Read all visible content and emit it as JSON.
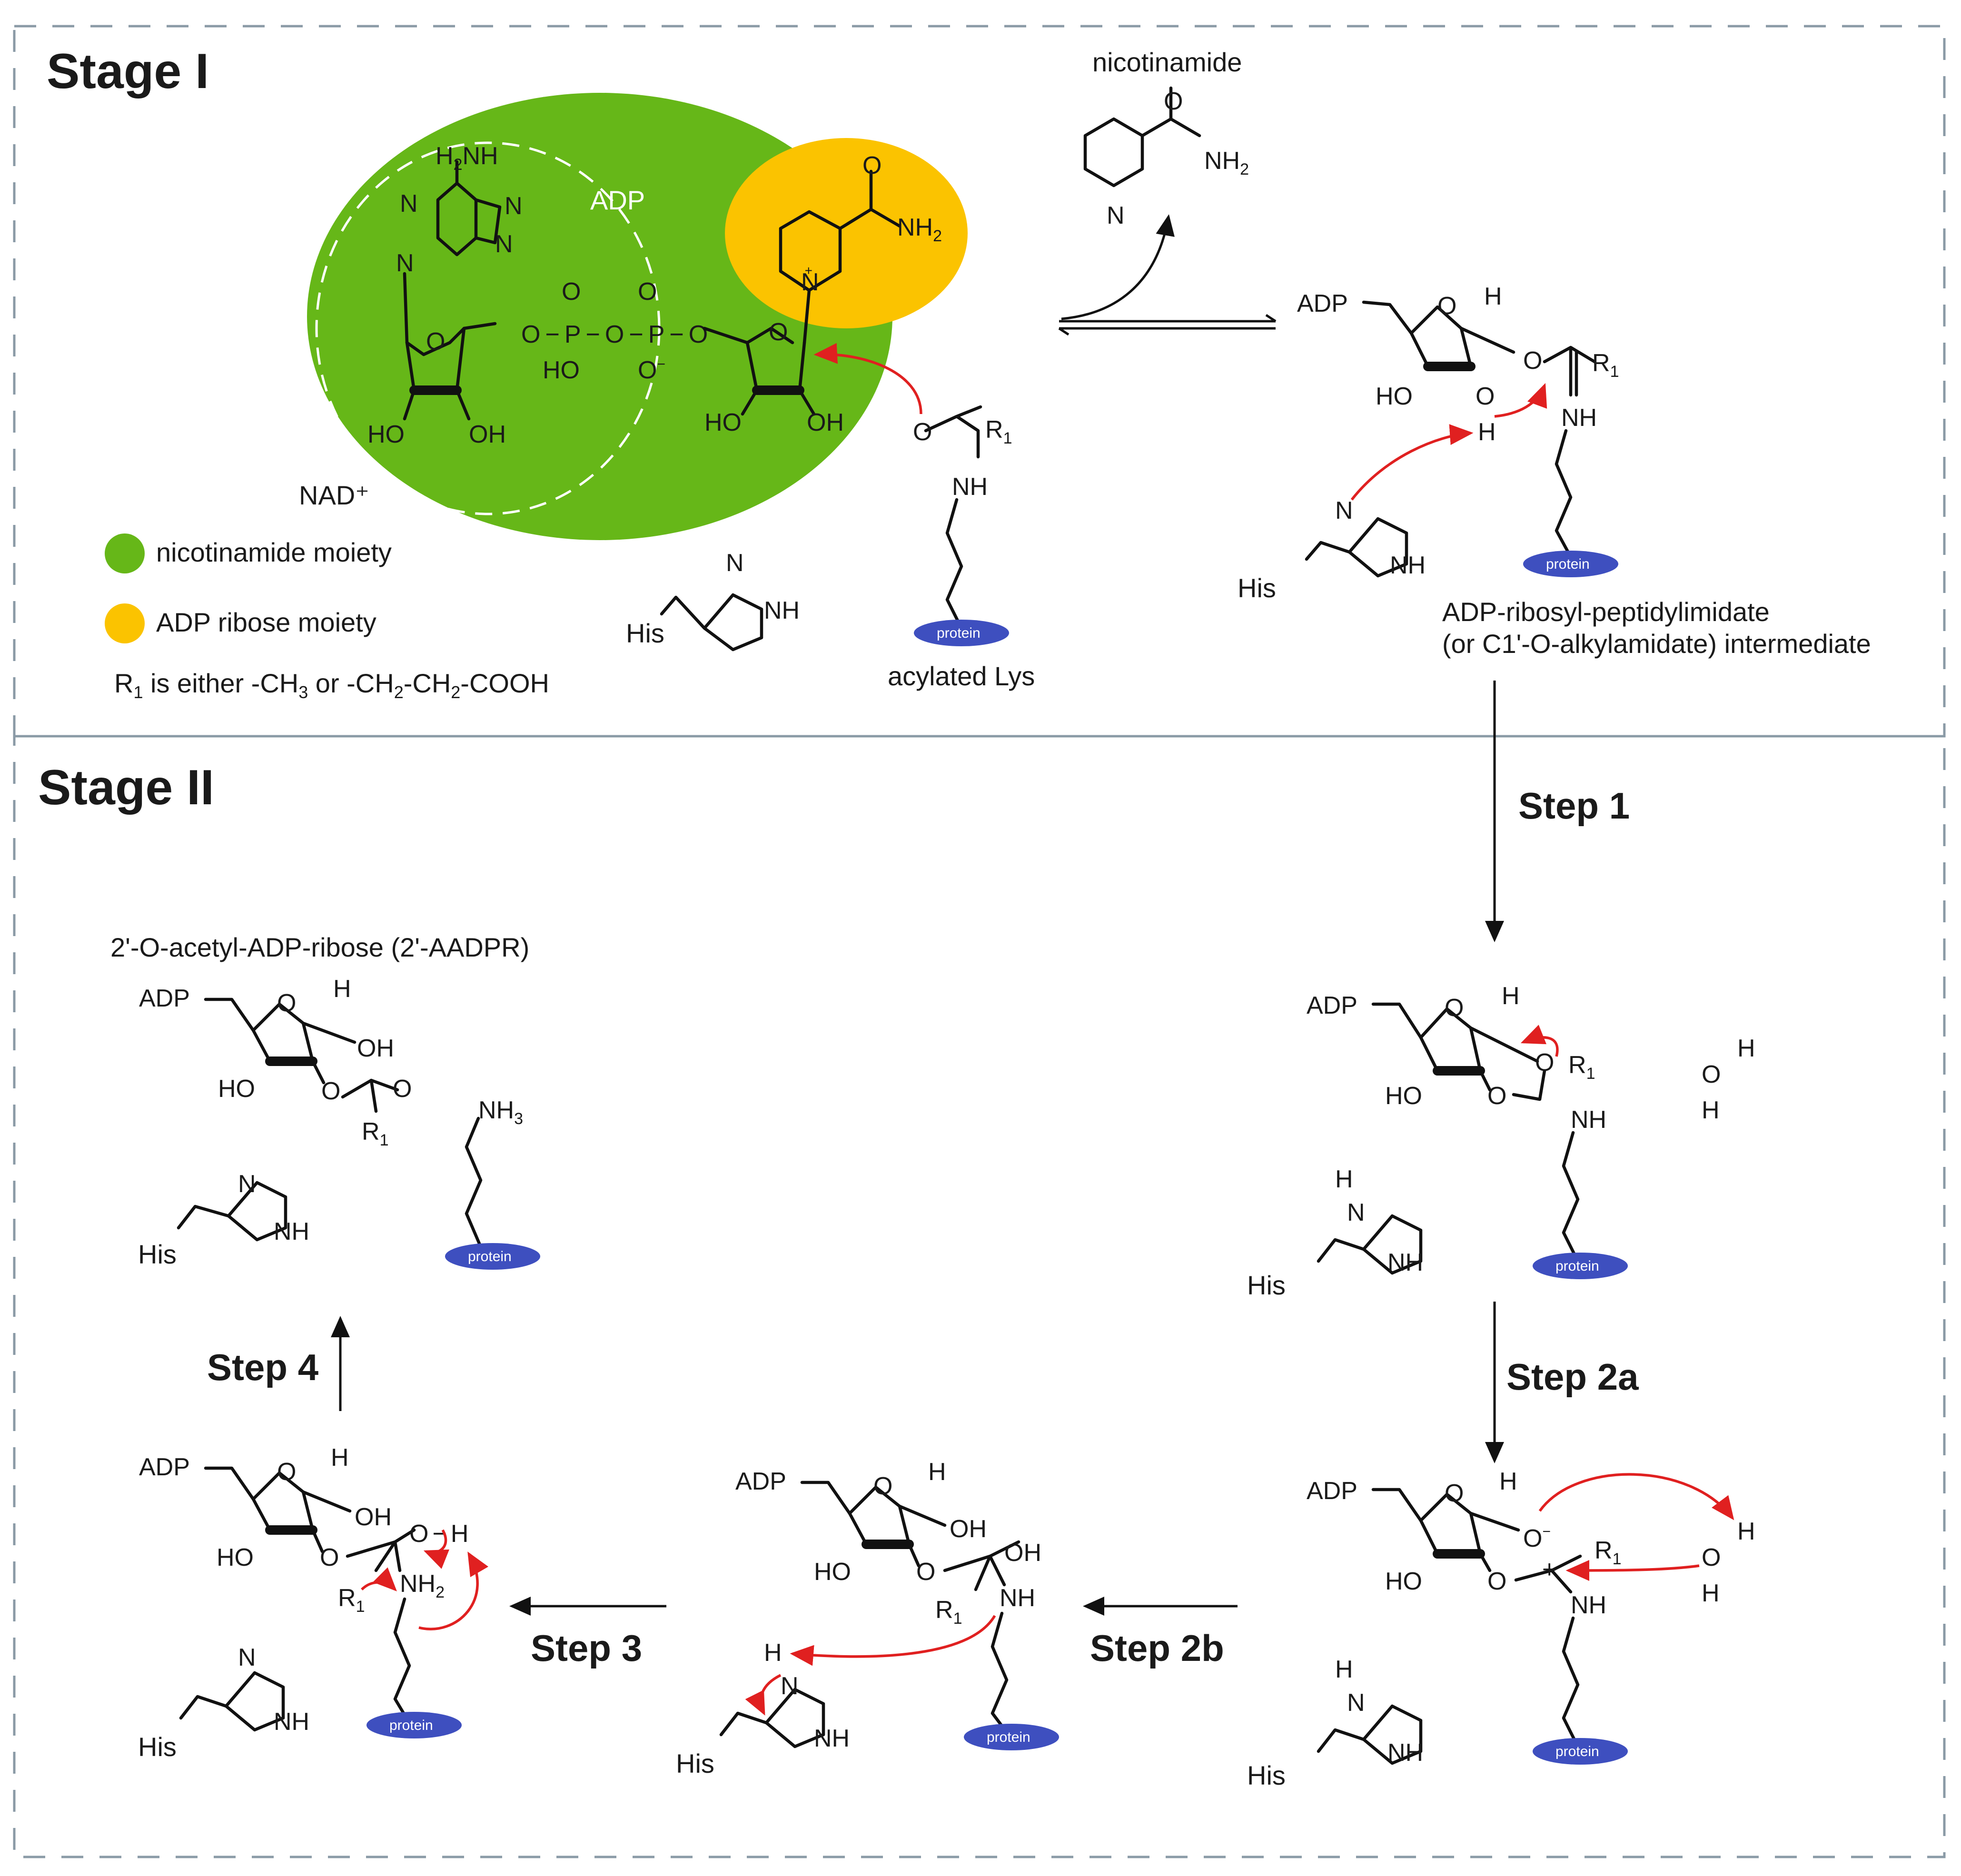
{
  "stages": {
    "stage1_title": "Stage I",
    "stage2_title": "Stage II"
  },
  "labels": {
    "nicotinamide_product": "nicotinamide",
    "adp_in_nad": "ADP",
    "nad": "NAD⁺",
    "legend_green": "nicotinamide moiety",
    "legend_yellow": "ADP ribose moiety",
    "r1_note_prefix": "R",
    "r1_note_sub": "1",
    "r1_note_rest_1": " is either -CH",
    "r1_note_sub2": "3",
    "r1_note_rest_2": " or -CH",
    "r1_note_sub3": "2",
    "r1_note_rest_3": "-CH",
    "r1_note_sub4": "2",
    "r1_note_rest_4": "-COOH",
    "acylated_lys": "acylated Lys",
    "intermediate_line1": "ADP-ribosyl-peptidylimidate",
    "intermediate_line2": "(or C1'-O-alkylamidate) intermediate",
    "product": "2'-O-acetyl-ADP-ribose (2'-AADPR)",
    "protein": "protein",
    "his": "His",
    "adp": "ADP"
  },
  "steps": {
    "step1": "Step 1",
    "step2a": "Step 2a",
    "step2b": "Step 2b",
    "step3": "Step 3",
    "step4": "Step 4"
  },
  "atoms": {
    "O": "O",
    "P": "P",
    "N": "N",
    "H": "H",
    "NH": "NH",
    "HO": "HO",
    "OH": "OH",
    "NH2": "NH",
    "sub2": "2",
    "sub3": "3",
    "R": "R",
    "sub1": "1",
    "plus": "+",
    "minus": "−",
    "NH3": "NH",
    "H2N": "H",
    "O_minus": "O"
  },
  "colors": {
    "nicotinamide_moiety": "#66b718",
    "adp_ribose_moiety": "#fbc300",
    "protein": "#3e4fbf",
    "curved_arrow": "#e02020",
    "frame": "#8a9aa6"
  }
}
